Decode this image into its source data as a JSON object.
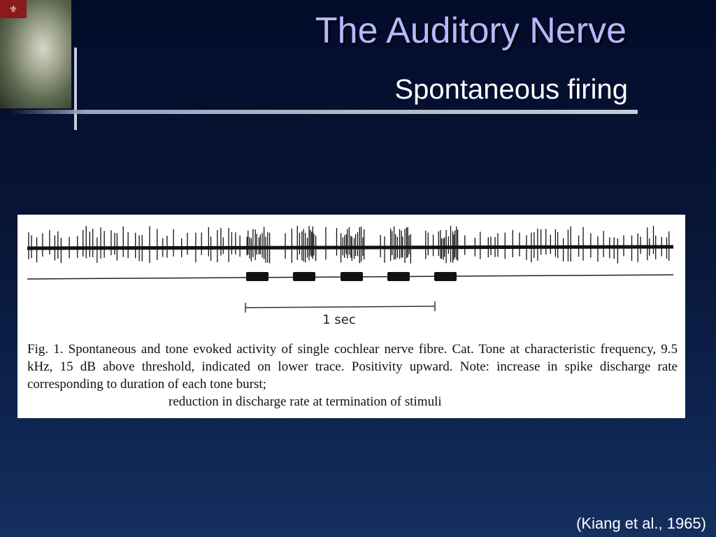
{
  "slide": {
    "title": "The Auditory Nerve",
    "subtitle": "Spontaneous firing",
    "citation": "(Kiang et al., 1965)",
    "colors": {
      "title": "#b5b8ff",
      "background": "#081638"
    }
  },
  "figure": {
    "scale_bar_label": "1 sec",
    "caption_main": "Fig. 1. Spontaneous and tone evoked activity of single cochlear nerve fibre. Cat. Tone at characteristic frequency, 9.5 kHz, 15 dB above threshold, indicated on lower trace. Positivity upward. Note: increase in spike discharge rate corresponding to duration of each tone burst;",
    "caption_last": "reduction in discharge rate at termination of stimuli",
    "tone_bursts": 5
  }
}
